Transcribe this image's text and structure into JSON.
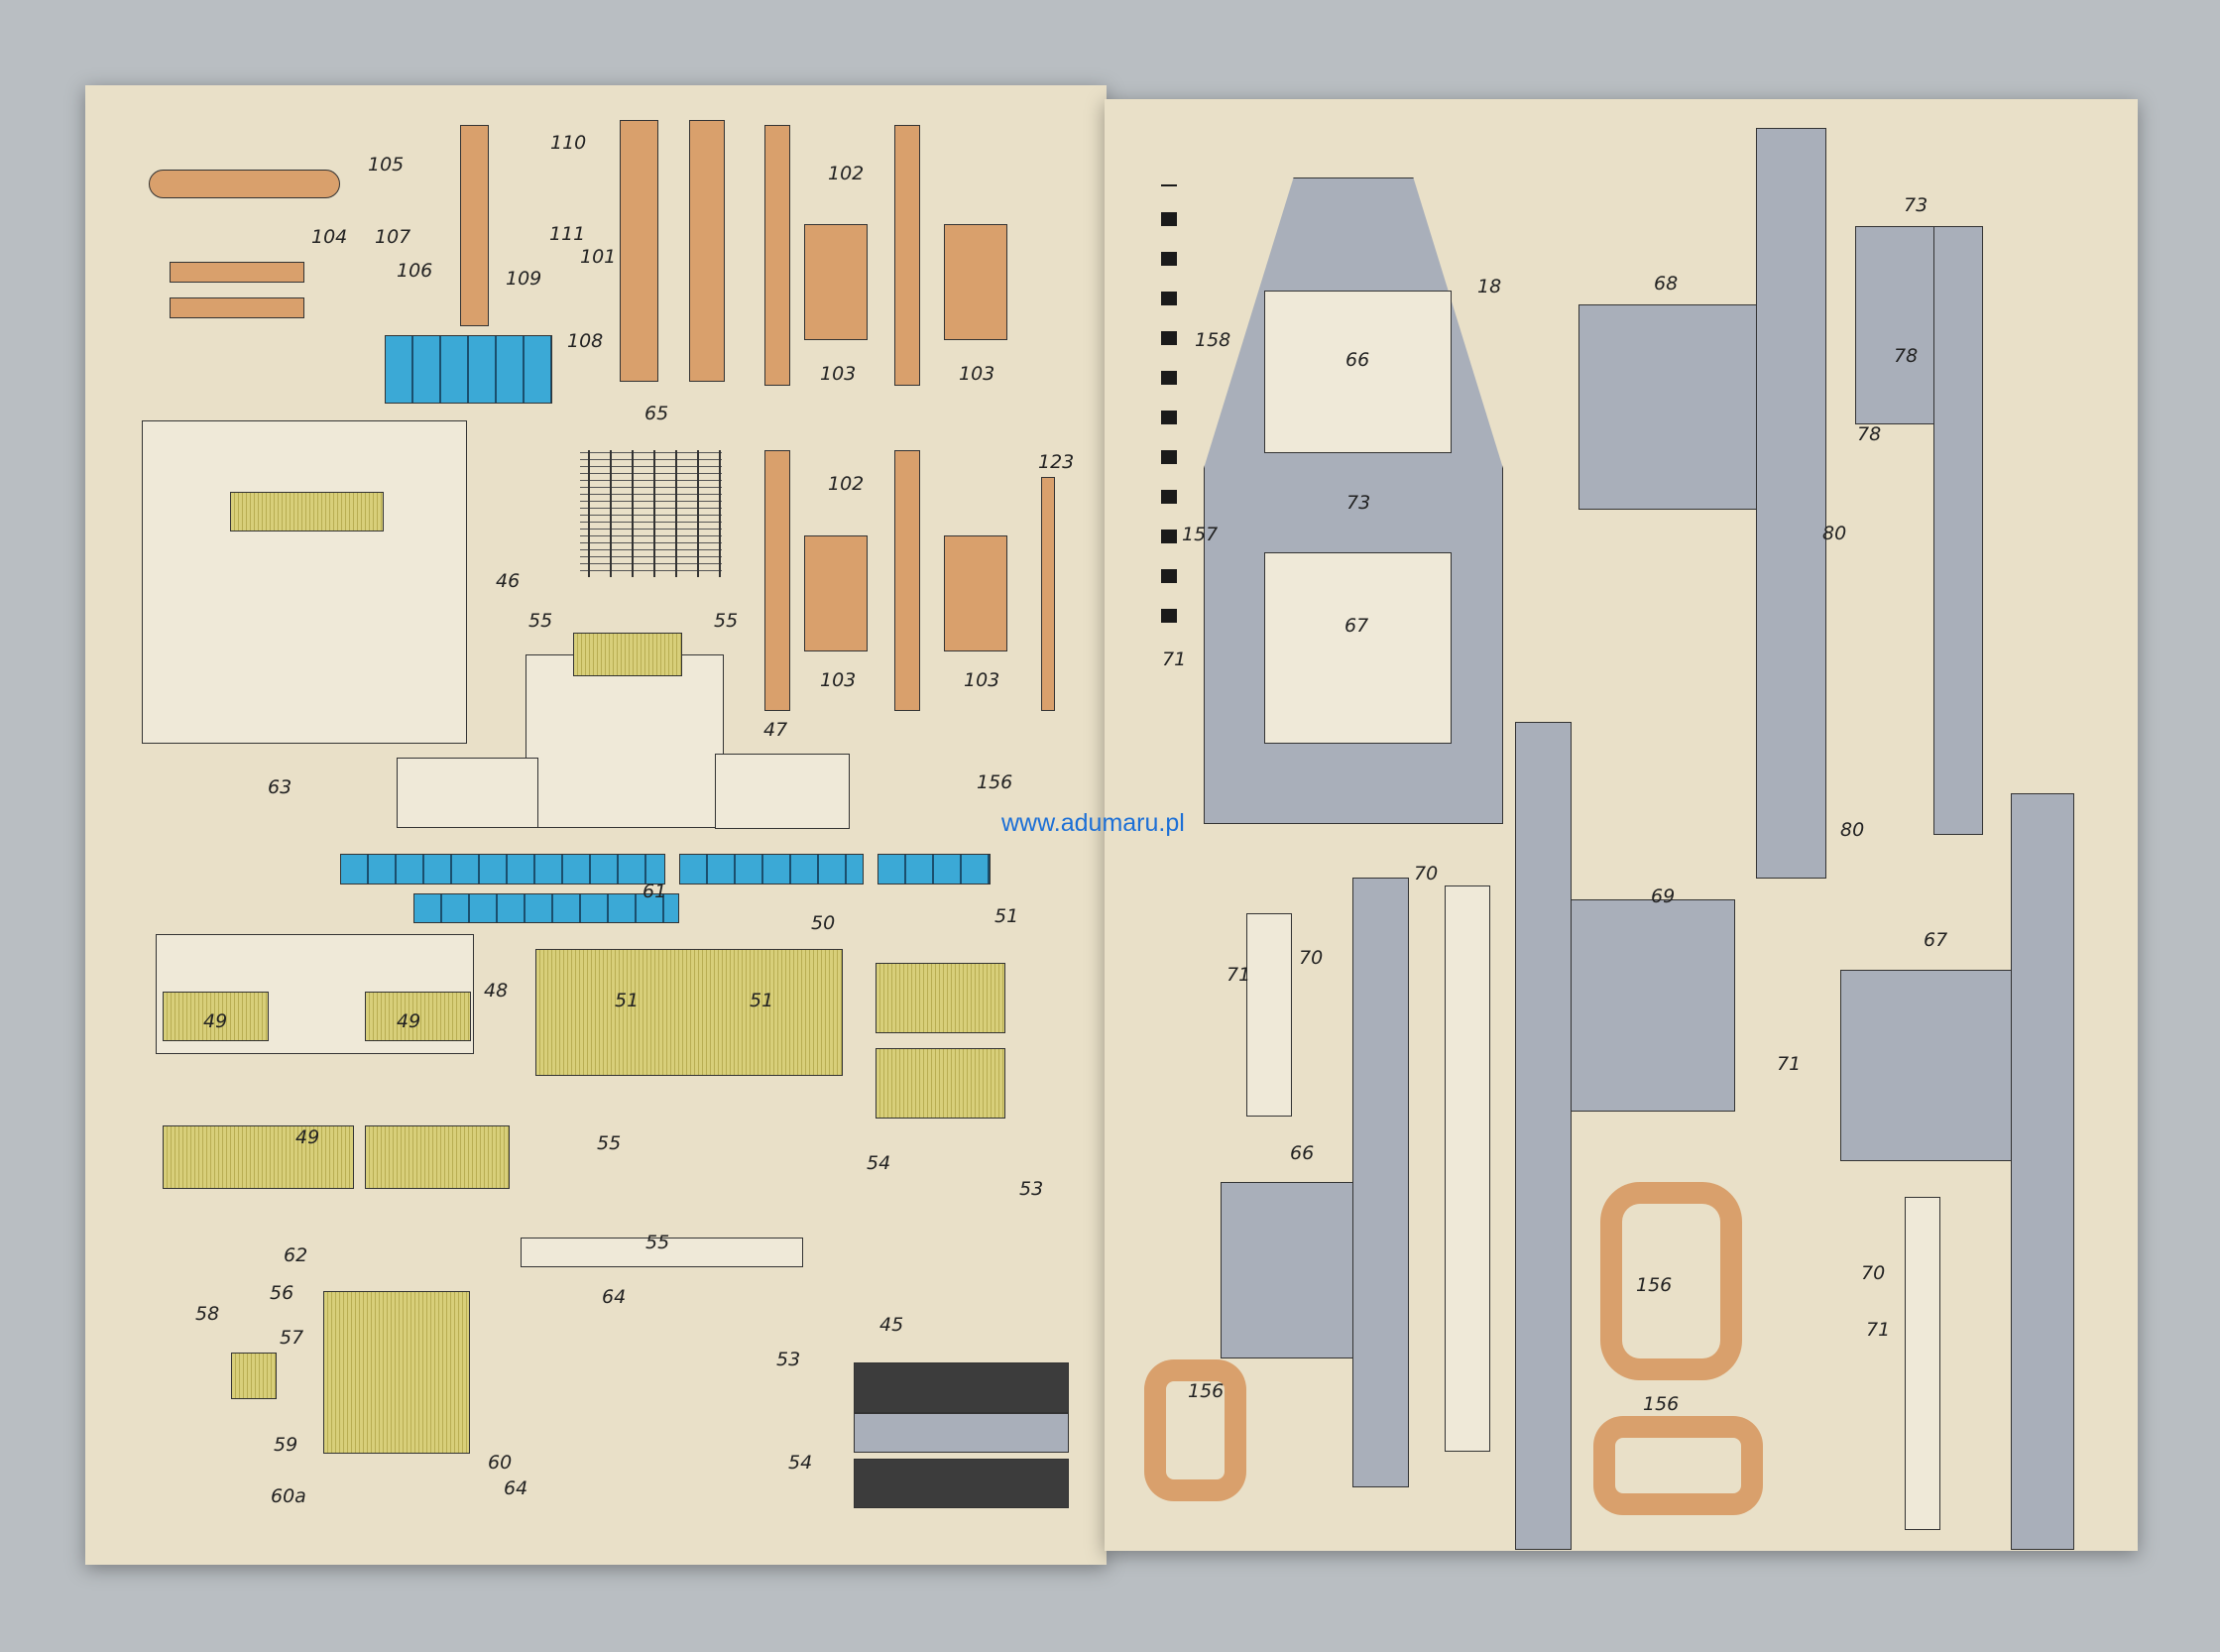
{
  "watermark": "www.adumaru.pl",
  "labels": [
    "105",
    "104",
    "107",
    "106",
    "110",
    "111",
    "109",
    "101",
    "102",
    "108",
    "65",
    "102",
    "123",
    "46",
    "55",
    "55",
    "47",
    "156",
    "63",
    "61",
    "50",
    "51",
    "48",
    "49",
    "49",
    "51",
    "51",
    "49",
    "55",
    "54",
    "53",
    "62",
    "55",
    "56",
    "64",
    "45",
    "58",
    "57",
    "53",
    "59",
    "60",
    "60a",
    "54",
    "64",
    "18",
    "158",
    "157",
    "71",
    "66",
    "73",
    "67",
    "68",
    "73",
    "78",
    "78",
    "80",
    "80",
    "69",
    "70",
    "70",
    "71",
    "66",
    "67",
    "71",
    "156",
    "156",
    "156",
    "70",
    "71",
    "103",
    "103",
    "103",
    "103"
  ]
}
